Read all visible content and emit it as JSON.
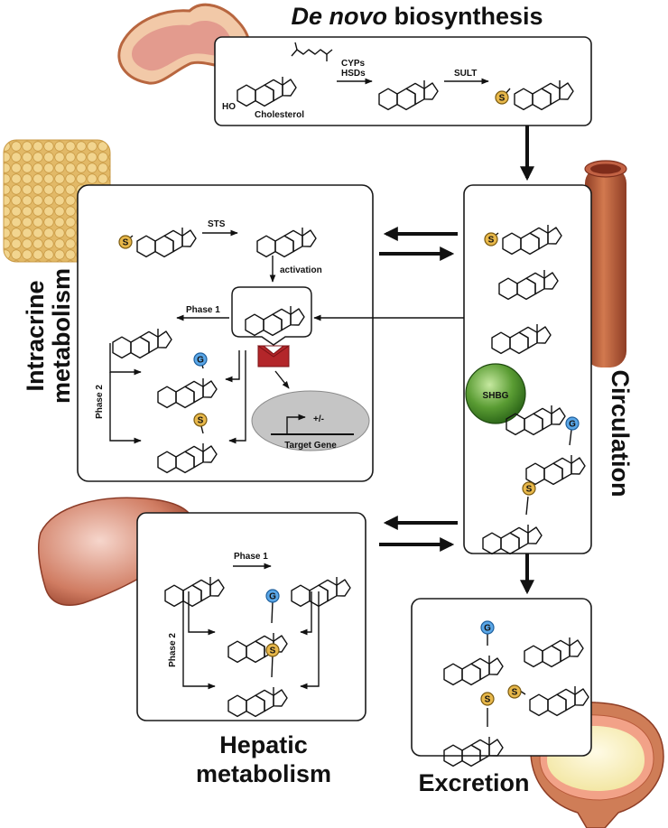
{
  "titles": {
    "denovo_italic": "De novo",
    "denovo_rest": " biosynthesis",
    "intracrine_line1": "Intracrine",
    "intracrine_line2": "metabolism",
    "hepatic_line1": "Hepatic",
    "hepatic_line2": "metabolism",
    "circulation": "Circulation",
    "excretion": "Excretion"
  },
  "labels": {
    "cyps": "CYPs",
    "hsds": "HSDs",
    "sult": "SULT",
    "cholesterol": "Cholesterol",
    "ho": "HO",
    "sts": "STS",
    "activation": "activation",
    "phase1": "Phase 1",
    "phase2": "Phase 2",
    "target_gene": "Target Gene",
    "plus_minus": "+/-",
    "shbg": "SHBG"
  },
  "conjugates": {
    "sulfate": "S",
    "glucuronide": "G"
  },
  "colors": {
    "sulfate": "#e8b84a",
    "glucuronide": "#5aa7e8",
    "receptor": "#b3262a",
    "shbg": "#4f9a32",
    "vessel": "#b5573a",
    "adipose": "#e9c77a",
    "liver": "#c8684e",
    "adrenal": "#d98d7c",
    "bladder": "#cf7d57"
  }
}
